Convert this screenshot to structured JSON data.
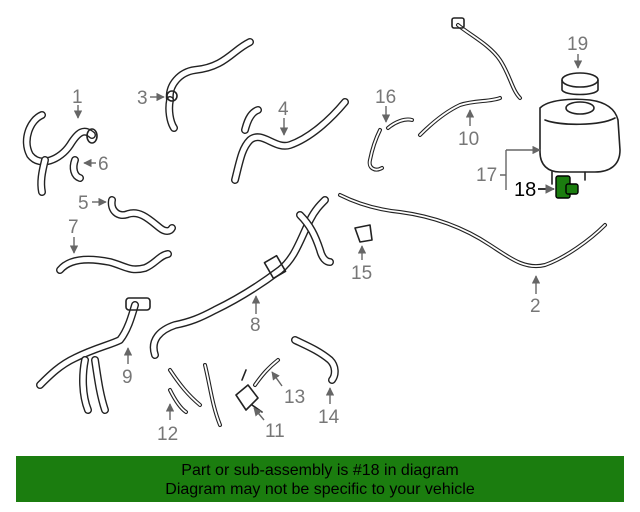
{
  "callouts": {
    "c1": "1",
    "c2": "2",
    "c3": "3",
    "c4": "4",
    "c5": "5",
    "c6": "6",
    "c7": "7",
    "c8": "8",
    "c9": "9",
    "c10": "10",
    "c11": "11",
    "c12": "12",
    "c13": "13",
    "c14": "14",
    "c15": "15",
    "c16": "16",
    "c17": "17",
    "c18": "18",
    "c19": "19"
  },
  "highlight": {
    "part": "18",
    "color": "#1b7d0f"
  },
  "banner": {
    "line1": "Part or sub-assembly is #18 in diagram",
    "line2": "Diagram may not be specific to your vehicle",
    "background": "#1b7d0f"
  }
}
